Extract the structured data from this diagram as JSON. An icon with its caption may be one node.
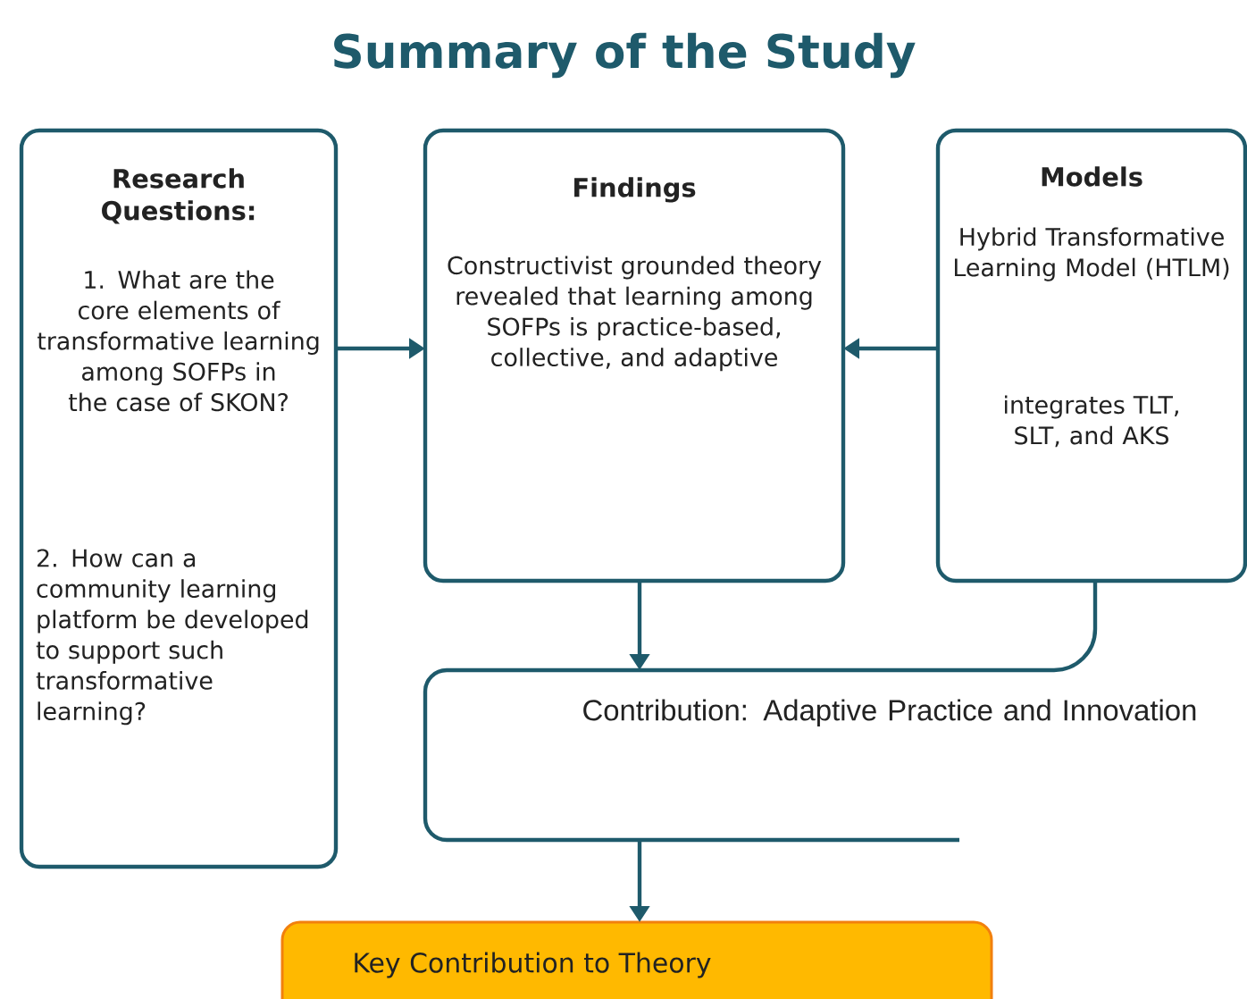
{
  "diagram": {
    "title": "Summary of the Study",
    "nodes": [
      {
        "text": [
          "Research Questions:",
          "1. What are the core elements of transformative learning among SOFPs in the case of SKON?",
          "2. How can a community learning platform be developed to support such transformative learning?"
        ]
      },
      {
        "text": [
          "Findings",
          "Constructivist grounded theory revealed that learning among SOFPs is practice-based, collective, and adaptive"
        ]
      },
      {
        "text": [
          "Models",
          "Hybrid Transformative Learning Model (HTLM)",
          "integrates TLT, SLT, and AKS"
        ]
      },
      {
        "text": [
          "Contribution: Adaptive Practice and Innovation"
        ]
      },
      {
        "text": [
          "Key Contribution to Theory"
        ]
      }
    ],
    "edges": [
      {
        "from": 0,
        "to": 1,
        "arrow": "to"
      },
      {
        "from": 2,
        "to": 1,
        "arrow": "to"
      },
      {
        "from": 1,
        "to": 3,
        "arrow": "to"
      },
      {
        "from": 2,
        "to": 3,
        "arrow": "none"
      },
      {
        "from": 3,
        "to": 4,
        "arrow": "to"
      }
    ]
  }
}
